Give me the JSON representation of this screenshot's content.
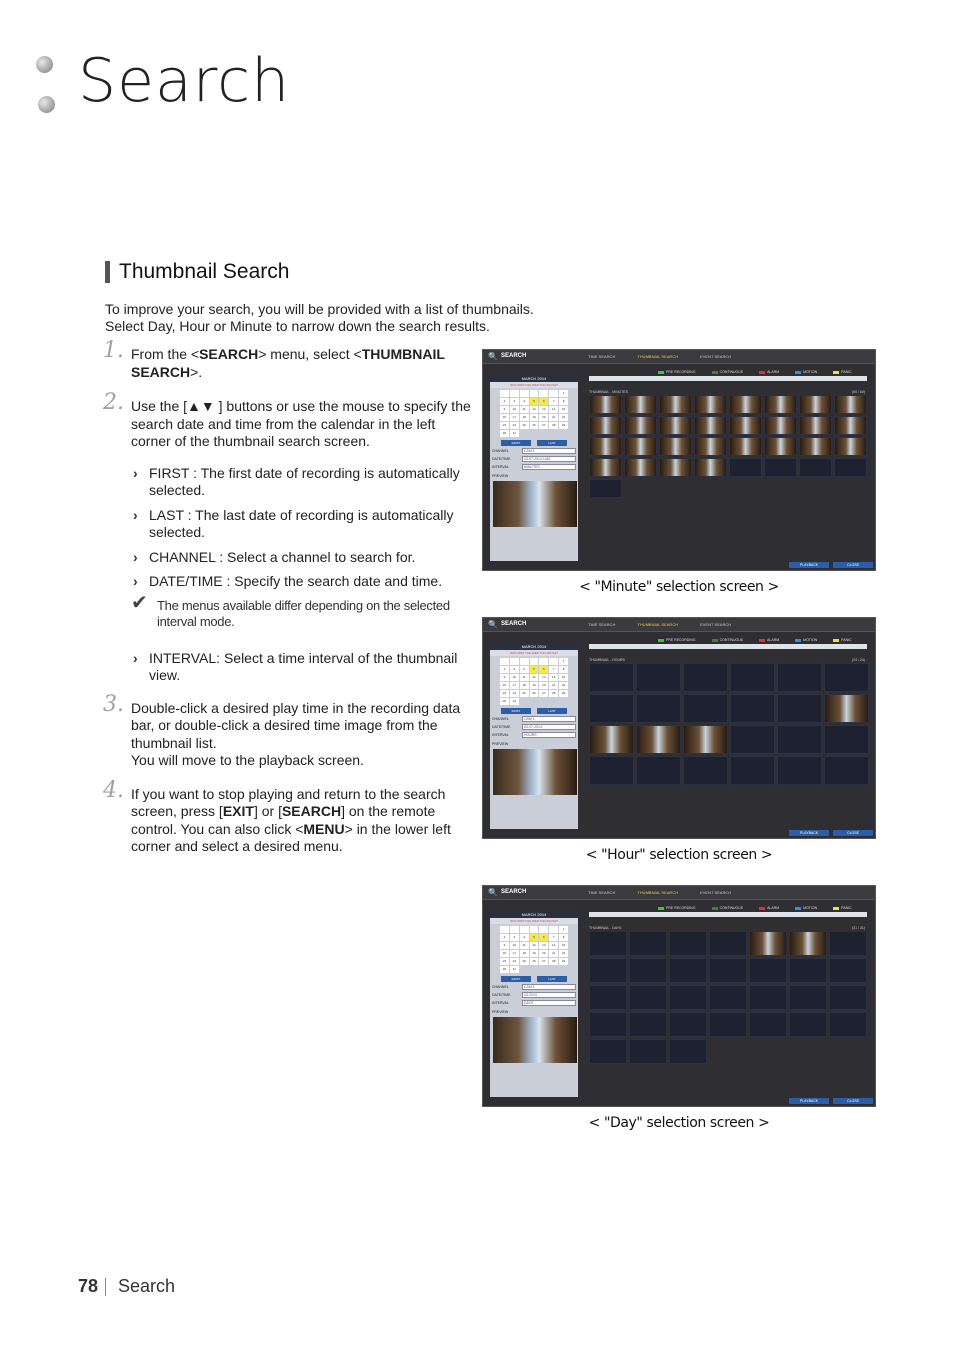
{
  "page": {
    "title": "Search",
    "section_title": "Thumbnail Search",
    "intro": [
      "To improve your search, you will be provided with a list of thumbnails.",
      "Select Day, Hour or Minute to narrow down the search results."
    ]
  },
  "steps": [
    {
      "num": "1.",
      "pre": "From the <",
      "b1": "SEARCH",
      "mid": "> menu, select <",
      "b2": "THUMBNAIL SEARCH",
      "post": ">."
    },
    {
      "num": "2.",
      "text": "Use the [▲▼      ] buttons or use the mouse to specify the search date and time from the calendar in the left corner of the thumbnail search screen."
    },
    {
      "num": "3.",
      "text1": "Double-click a desired play time in the recording data bar, or double-click a desired time image from the thumbnail list.",
      "text2": "You will move to the playback screen."
    },
    {
      "num": "4.",
      "p1": "If you want to stop playing and return to the search screen, press [",
      "b1": "EXIT",
      "p2": "] or [",
      "b2": "SEARCH",
      "p3": "] on the remote control. You can also click <",
      "b3": "MENU",
      "p4": "> in the lower left corner and select a desired menu."
    }
  ],
  "bullets": [
    "FIRST : The first date of recording is automatically selected.",
    "LAST : The last date of recording is automatically selected.",
    "CHANNEL : Select a channel to search for.",
    "DATE/TIME : Specify the search date and time.",
    "INTERVAL: Select a time interval of the thumbnail view."
  ],
  "note": "The menus available differ depending on the selected interval mode.",
  "screens": {
    "window_title": "SEARCH",
    "tabs": [
      "TIME SEARCH",
      "THUMBNAIL SEARCH",
      "EVENT SEARCH"
    ],
    "calendar_month": "MARCH 2014",
    "days_header": "SUN MON TUE WED THU FRI SAT",
    "first_label": "FIRST",
    "last_label": "LAST",
    "channel_label": "CHANNEL",
    "datetime_label": "DATE/TIME",
    "interval_label": "INTERVAL",
    "preview_label": "PREVIEW",
    "channel_value": "CAM 1",
    "legend": [
      "PRE RECORDING",
      "CONTINUOUS",
      "ALARM",
      "MOTION",
      "PANIC"
    ],
    "legend_colors": [
      "#3cc43c",
      "#4a7a3a",
      "#e23030",
      "#2b8fe0",
      "#f0e030"
    ],
    "playback_label": "PLAYBACK",
    "close_label": "CLOSE",
    "minute": {
      "datetime": "03-07-2014 1AM",
      "interval": "MINUTES",
      "thumb_label": "THUMBNAIL - MINUTES",
      "count": "(60 / 60)",
      "caption": "< \"Minute\" selection screen >"
    },
    "hour": {
      "datetime": "03-07-2014",
      "interval": "HOURS",
      "thumb_label": "THUMBNAIL - HOURS",
      "count": "(24 / 24)",
      "caption": "< \"Hour\" selection screen >"
    },
    "day": {
      "datetime": "03-2014",
      "interval": "DAYS",
      "thumb_label": "THUMBNAIL - DAYS",
      "count": "(31 / 31)",
      "caption": "< \"Day\" selection screen >"
    }
  },
  "footer": {
    "page_number": "78",
    "section": "Search"
  }
}
